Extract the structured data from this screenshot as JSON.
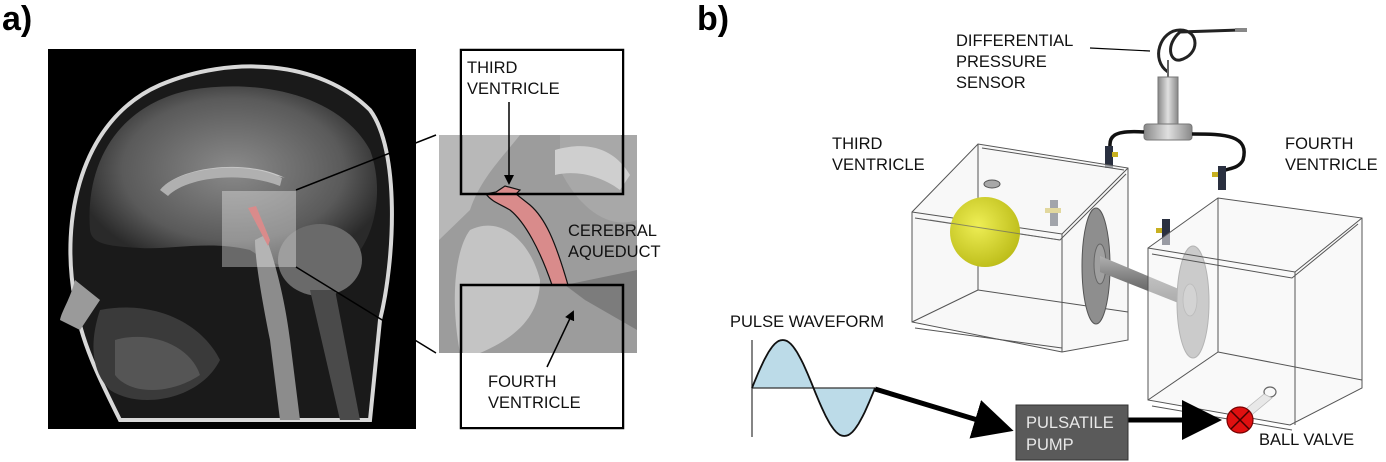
{
  "panels": {
    "a": {
      "label": "a)",
      "mri_description": "Sagittal brain MRI with highlighted cerebral aqueduct region",
      "zoom_labels": {
        "third_ventricle": [
          "THIRD",
          "VENTRICLE"
        ],
        "cerebral_aqueduct": [
          "CEREBRAL",
          "AQUEDUCT"
        ],
        "fourth_ventricle": [
          "FOURTH",
          "VENTRICLE"
        ]
      },
      "colors": {
        "aqueduct_fill": "#d98b8b",
        "mri_background": "#000000",
        "zoom_background": "#9a9a9a"
      }
    },
    "b": {
      "label": "b)",
      "labels": {
        "sensor": [
          "DIFFERENTIAL",
          "PRESSURE",
          "SENSOR"
        ],
        "third_ventricle": [
          "THIRD",
          "VENTRICLE"
        ],
        "fourth_ventricle": [
          "FOURTH",
          "VENTRICLE"
        ],
        "pulse_waveform": "PULSE WAVEFORM",
        "pump": [
          "PULSATILE",
          "PUMP"
        ],
        "ball_valve": "BALL VALVE"
      },
      "colors": {
        "ball": "#d6d62a",
        "waveform_fill": "#bcdbe8",
        "pump_box": "#5a5a5a",
        "valve": "#e01010"
      }
    }
  }
}
